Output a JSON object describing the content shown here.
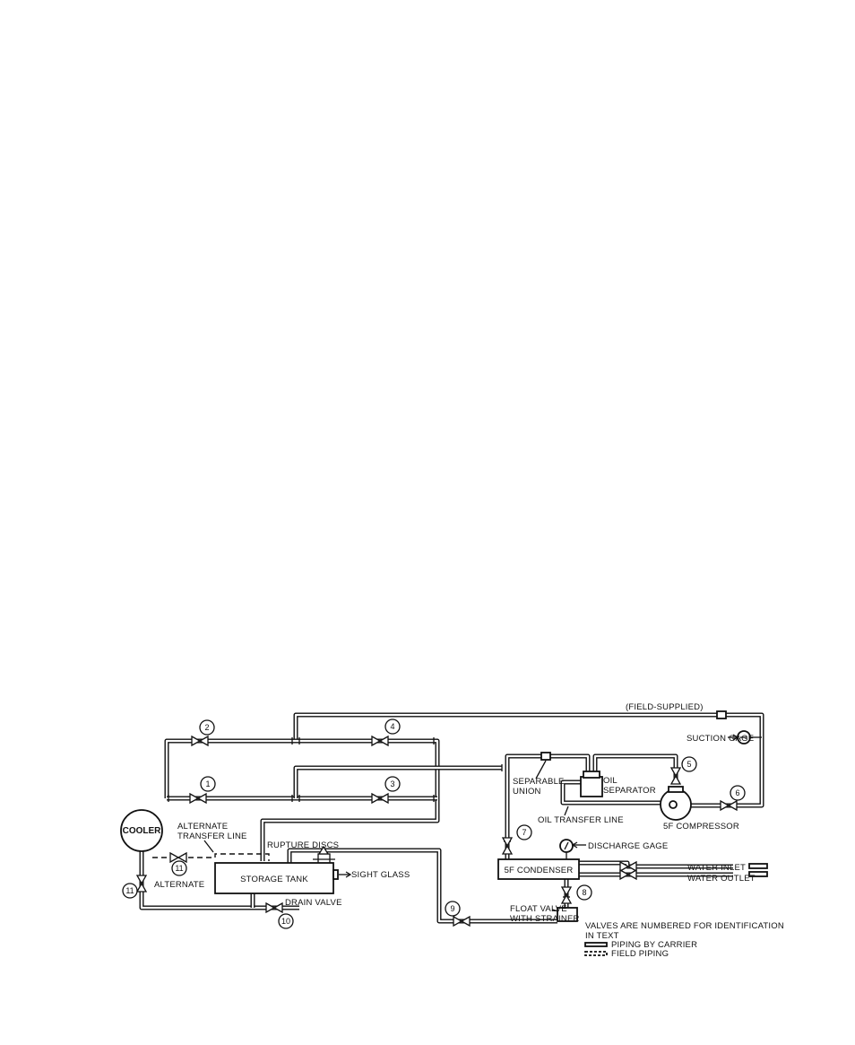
{
  "labels": {
    "field_supplied": "(FIELD-SUPPLIED)",
    "suction_gage": "SUCTION GAGE",
    "cooler": "COOLER",
    "alternate_transfer_line_1": "ALTERNATE",
    "alternate_transfer_line_2": "TRANSFER LINE",
    "rupture_discs": "RUPTURE DISCS",
    "storage_tank": "STORAGE TANK",
    "sight_glass": "SIGHT GLASS",
    "alternate": "ALTERNATE",
    "drain_valve": "DRAIN VALVE",
    "separable_union_1": "SEPARABLE",
    "separable_union_2": "UNION",
    "oil_separator_1": "OIL",
    "oil_separator_2": "SEPARATOR",
    "oil_transfer_line": "OIL TRANSFER LINE",
    "compressor": "5F COMPRESSOR",
    "discharge_gage": "DISCHARGE GAGE",
    "condenser": "5F CONDENSER",
    "water_inlet": "WATER INLET",
    "water_outlet": "WATER OUTLET",
    "float_valve_1": "FLOAT VALVE",
    "float_valve_2": "WITH STRAINER"
  },
  "valve_numbers": {
    "v1": "1",
    "v2": "2",
    "v3": "3",
    "v4": "4",
    "v5": "5",
    "v6": "6",
    "v7": "7",
    "v8": "8",
    "v9": "9",
    "v10": "10",
    "v11a": "11",
    "v11b": "11"
  },
  "legend": {
    "note_1": "VALVES ARE NUMBERED FOR IDENTIFICATION",
    "note_2": "IN TEXT",
    "piping_by_carrier": "PIPING BY CARRIER",
    "field_piping": "FIELD PIPING"
  }
}
